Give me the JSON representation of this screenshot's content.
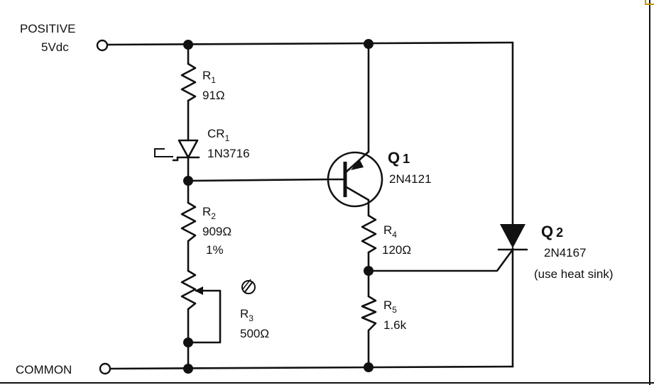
{
  "terminals": {
    "positive": {
      "line1": "POSITIVE",
      "line2": "5Vdc"
    },
    "common": {
      "label": "COMMON"
    }
  },
  "components": {
    "r1": {
      "ref": "R",
      "sub": "1",
      "value": "91Ω"
    },
    "cr1": {
      "ref": "CR",
      "sub": "1",
      "part": "1N3716"
    },
    "r2": {
      "ref": "R",
      "sub": "2",
      "value": "909Ω",
      "tolerance": "1%"
    },
    "r3": {
      "ref": "R",
      "sub": "3",
      "value": "500Ω"
    },
    "q1": {
      "ref": "Q",
      "sub": "1",
      "part": "2N4121"
    },
    "r4": {
      "ref": "R",
      "sub": "4",
      "value": "120Ω"
    },
    "r5": {
      "ref": "R",
      "sub": "5",
      "value": "1.6k"
    },
    "q2": {
      "ref": "Q",
      "sub": "2",
      "part": "2N4167",
      "note": "(use heat sink)"
    }
  }
}
